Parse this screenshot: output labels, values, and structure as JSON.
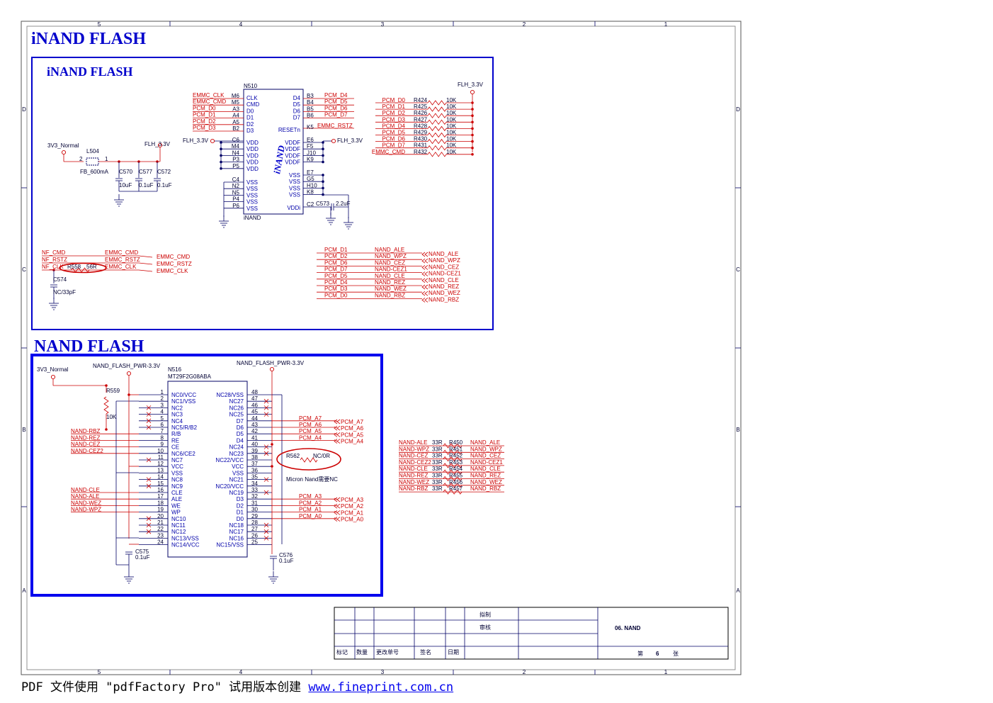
{
  "sheet": {
    "main_title": "iNAND FLASH",
    "grid_top": [
      "5",
      "4",
      "3",
      "2",
      "1"
    ],
    "grid_bottom": [
      "5",
      "4",
      "3",
      "2",
      "1"
    ],
    "grid_left": [
      "D",
      "C",
      "B",
      "A"
    ],
    "grid_right": [
      "D",
      "C",
      "B",
      "A"
    ]
  },
  "inand": {
    "title": "iNAND FLASH",
    "ic_ref": "N510",
    "ic_name": "iNAND",
    "ic_logo": "iNAND",
    "left_pins": [
      {
        "net": "EMMC_CLK",
        "num": "M6",
        "name": "CLK"
      },
      {
        "net": "EMMC_CMD",
        "num": "M5",
        "name": "CMD"
      },
      {
        "net": "PCM_D0",
        "num": "A3",
        "name": "D0"
      },
      {
        "net": "PCM_D1",
        "num": "A4",
        "name": "D1"
      },
      {
        "net": "PCM_D2",
        "num": "A5",
        "name": "D2"
      },
      {
        "net": "PCM_D3",
        "num": "B2",
        "name": "D3"
      }
    ],
    "vdd_pins": [
      {
        "num": "C6",
        "name": "VDD"
      },
      {
        "num": "M4",
        "name": "VDD"
      },
      {
        "num": "N4",
        "name": "VDD"
      },
      {
        "num": "P3",
        "name": "VDD"
      },
      {
        "num": "P5",
        "name": "VDD"
      }
    ],
    "vss_left": [
      {
        "num": "C4",
        "name": "VSS"
      },
      {
        "num": "N2",
        "name": "VSS"
      },
      {
        "num": "N5",
        "name": "VSS"
      },
      {
        "num": "P4",
        "name": "VSS"
      },
      {
        "num": "P6",
        "name": "VSS"
      }
    ],
    "right_pins": [
      {
        "name": "D4",
        "num": "B3",
        "net": "PCM_D4"
      },
      {
        "name": "D5",
        "num": "B4",
        "net": "PCM_D5"
      },
      {
        "name": "D6",
        "num": "B5",
        "net": "PCM_D6"
      },
      {
        "name": "D7",
        "num": "B6",
        "net": "PCM_D7"
      }
    ],
    "reset": {
      "name": "RESETn",
      "num": "K5",
      "net": "EMMC_RSTZ"
    },
    "vddf_pins": [
      {
        "name": "VDDF",
        "num": "E6"
      },
      {
        "name": "VDDF",
        "num": "F5"
      },
      {
        "name": "VDDF",
        "num": "J10"
      },
      {
        "name": "VDDF",
        "num": "K9"
      }
    ],
    "vss_right": [
      {
        "name": "VSS",
        "num": "E7"
      },
      {
        "name": "VSS",
        "num": "G5"
      },
      {
        "name": "VSS",
        "num": "H10"
      },
      {
        "name": "VSS",
        "num": "K8"
      }
    ],
    "vddi": {
      "name": "VDDi",
      "num": "C2"
    },
    "power_left": "FLH_3.3V",
    "power_right": "FLH_3.3V",
    "cap_vddi": {
      "ref": "C573",
      "value": "2.2uF"
    },
    "pullup_rail": "FLH_3.3V",
    "pullups": [
      {
        "net": "PCM_D0",
        "ref": "R424",
        "value": "10K"
      },
      {
        "net": "PCM_D1",
        "ref": "R425",
        "value": "10K"
      },
      {
        "net": "PCM_D2",
        "ref": "R426",
        "value": "10K"
      },
      {
        "net": "PCM_D3",
        "ref": "R427",
        "value": "10K"
      },
      {
        "net": "PCM_D4",
        "ref": "R428",
        "value": "10K"
      },
      {
        "net": "PCM_D5",
        "ref": "R429",
        "value": "10K"
      },
      {
        "net": "PCM_D6",
        "ref": "R430",
        "value": "10K"
      },
      {
        "net": "PCM_D7",
        "ref": "R431",
        "value": "10K"
      },
      {
        "net": "EMMC_CMD",
        "ref": "R432",
        "value": "10K"
      }
    ],
    "filter": {
      "in_net": "3V3_Normal",
      "out_net": "FLH_3.3V",
      "inductor_ref": "L504",
      "inductor_value": "FB_600mA",
      "pin2": "2",
      "pin1": "1",
      "caps": [
        {
          "ref": "C570",
          "value": "10uF"
        },
        {
          "ref": "C577",
          "value": "0.1uF"
        },
        {
          "ref": "C572",
          "value": "0.1uF"
        }
      ]
    },
    "map_left": [
      {
        "from": "NF_CMD",
        "to": "EMMC_CMD",
        "out": "EMMC_CMD"
      },
      {
        "from": "NF_RSTZ",
        "to": "EMMC_RSTZ",
        "out": "EMMC_RSTZ"
      },
      {
        "from": "NF_CLK",
        "to": "EMMC_CLK",
        "out": "EMMC_CLK"
      }
    ],
    "series_res": {
      "ref": "R558",
      "value": "56R"
    },
    "cap_clk": {
      "ref": "C574",
      "value": "NC/33pF"
    },
    "map_right": [
      {
        "pcm": "PCM_D1",
        "nand": "NAND_ALE",
        "out": "NAND_ALE"
      },
      {
        "pcm": "PCM_D2",
        "nand": "NAND_WPZ",
        "out": "NAND_WPZ"
      },
      {
        "pcm": "PCM_D6",
        "nand": "NAND_CEZ",
        "out": "NAND_CEZ"
      },
      {
        "pcm": "PCM_D7",
        "nand": "NAND-CEZ1",
        "out": "NAND-CEZ1"
      },
      {
        "pcm": "PCM_D5",
        "nand": "NAND_CLE",
        "out": "NAND_CLE"
      },
      {
        "pcm": "PCM_D4",
        "nand": "NAND_REZ",
        "out": "NAND_REZ"
      },
      {
        "pcm": "PCM_D3",
        "nand": "NAND_WEZ",
        "out": "NAND_WEZ"
      },
      {
        "pcm": "PCM_D0",
        "nand": "NAND_RBZ",
        "out": "NAND_RBZ"
      }
    ]
  },
  "nand": {
    "title": "NAND FLASH",
    "power_in": "3V3_Normal",
    "power_rail": "NAND_FLASH_PWR-3.3V",
    "power_rail_right": "NAND_FLASH_PWR-3.3V",
    "ic_ref": "N516",
    "ic_part": "MT29F2G08ABA",
    "res_pull": {
      "ref": "R559",
      "value": "10K"
    },
    "left_pins": [
      {
        "num": "1",
        "name": "NC0/VCC",
        "net": ""
      },
      {
        "num": "2",
        "name": "NC1/VSS",
        "net": ""
      },
      {
        "num": "3",
        "name": "NC2",
        "net": ""
      },
      {
        "num": "4",
        "name": "NC3",
        "net": ""
      },
      {
        "num": "5",
        "name": "NC4",
        "net": ""
      },
      {
        "num": "6",
        "name": "NC5/R/B2",
        "net": ""
      },
      {
        "num": "7",
        "name": "R/B",
        "net": "NAND-RBZ"
      },
      {
        "num": "8",
        "name": "RE",
        "net": "NAND-REZ"
      },
      {
        "num": "9",
        "name": "CE",
        "net": "NAND-CEZ"
      },
      {
        "num": "10",
        "name": "NC6/CE2",
        "net": "NAND-CEZ2"
      },
      {
        "num": "11",
        "name": "NC7",
        "net": ""
      },
      {
        "num": "12",
        "name": "VCC",
        "net": ""
      },
      {
        "num": "13",
        "name": "VSS",
        "net": ""
      },
      {
        "num": "14",
        "name": "NC8",
        "net": ""
      },
      {
        "num": "15",
        "name": "NC9",
        "net": ""
      },
      {
        "num": "16",
        "name": "CLE",
        "net": "NAND-CLE"
      },
      {
        "num": "17",
        "name": "ALE",
        "net": "NAND-ALE"
      },
      {
        "num": "18",
        "name": "WE",
        "net": "NAND-WEZ"
      },
      {
        "num": "19",
        "name": "WP",
        "net": "NAND-WPZ"
      },
      {
        "num": "20",
        "name": "NC10",
        "net": ""
      },
      {
        "num": "21",
        "name": "NC11",
        "net": ""
      },
      {
        "num": "22",
        "name": "NC12",
        "net": ""
      },
      {
        "num": "23",
        "name": "NC13/VSS",
        "net": ""
      },
      {
        "num": "24",
        "name": "NC14/VCC",
        "net": ""
      }
    ],
    "right_pins": [
      {
        "num": "48",
        "name": "NC28/VSS",
        "net": ""
      },
      {
        "num": "47",
        "name": "NC27",
        "net": ""
      },
      {
        "num": "46",
        "name": "NC26",
        "net": ""
      },
      {
        "num": "45",
        "name": "NC25",
        "net": ""
      },
      {
        "num": "44",
        "name": "D7",
        "net": "PCM_A7"
      },
      {
        "num": "43",
        "name": "D6",
        "net": "PCM_A6"
      },
      {
        "num": "42",
        "name": "D5",
        "net": "PCM_A5"
      },
      {
        "num": "41",
        "name": "D4",
        "net": "PCM_A4"
      },
      {
        "num": "40",
        "name": "NC24",
        "net": ""
      },
      {
        "num": "39",
        "name": "NC23",
        "net": ""
      },
      {
        "num": "38",
        "name": "NC22/VCC",
        "net": ""
      },
      {
        "num": "37",
        "name": "VCC",
        "net": ""
      },
      {
        "num": "36",
        "name": "VSS",
        "net": ""
      },
      {
        "num": "35",
        "name": "NC21",
        "net": ""
      },
      {
        "num": "34",
        "name": "NC20/VCC",
        "net": ""
      },
      {
        "num": "33",
        "name": "NC19",
        "net": ""
      },
      {
        "num": "32",
        "name": "D3",
        "net": "PCM_A3"
      },
      {
        "num": "31",
        "name": "D2",
        "net": "PCM_A2"
      },
      {
        "num": "30",
        "name": "D1",
        "net": "PCM_A1"
      },
      {
        "num": "29",
        "name": "D0",
        "net": "PCM_A0"
      },
      {
        "num": "28",
        "name": "NC18",
        "net": ""
      },
      {
        "num": "27",
        "name": "NC17",
        "net": ""
      },
      {
        "num": "26",
        "name": "NC16",
        "net": ""
      },
      {
        "num": "25",
        "name": "NC15/VSS",
        "net": ""
      }
    ],
    "offpage_top": [
      "PCM_A7",
      "PCM_A6",
      "PCM_A5",
      "PCM_A4"
    ],
    "offpage_bottom": [
      "PCM_A3",
      "PCM_A2",
      "PCM_A1",
      "PCM_A0"
    ],
    "res_nc": {
      "ref": "R562",
      "value": "NC/0R"
    },
    "note": "Micron Nand需要NC",
    "cap_left": {
      "ref": "C575",
      "value": "0.1uF"
    },
    "cap_right": {
      "ref": "C576",
      "value": "0.1uF"
    },
    "series": [
      {
        "in": "NAND-ALE",
        "value": "33R",
        "ref": "R450",
        "out": "NAND_ALE"
      },
      {
        "in": "NAND-WPZ",
        "value": "33R",
        "ref": "R451",
        "out": "NAND_WPZ"
      },
      {
        "in": "NAND-CEZ",
        "value": "33R",
        "ref": "R452",
        "out": "NAND_CEZ"
      },
      {
        "in": "NAND-CEZ2",
        "value": "33R",
        "ref": "R453",
        "out": "NAND-CEZ1"
      },
      {
        "in": "NAND-CLE",
        "value": "33R",
        "ref": "R454",
        "out": "NAND_CLE"
      },
      {
        "in": "NAND-REZ",
        "value": "33R",
        "ref": "R455",
        "out": "NAND_REZ"
      },
      {
        "in": "NAND-WEZ",
        "value": "33R",
        "ref": "R456",
        "out": "NAND_WEZ"
      },
      {
        "in": "NAND-RBZ",
        "value": "33R",
        "ref": "R457",
        "out": "NAND_RBZ"
      }
    ]
  },
  "title_block": {
    "draft": "拟制",
    "review": "审核",
    "name": "06. NAND",
    "col_labels": [
      "标记",
      "数量",
      "更改单号",
      "签名",
      "日期"
    ],
    "sheet_prefix": "第",
    "sheet_num": "6",
    "sheet_suffix": "张"
  },
  "footer": {
    "text": "PDF 文件使用 \"pdfFactory Pro\" 试用版本创建 ",
    "link": "www.fineprint.com.cn"
  }
}
